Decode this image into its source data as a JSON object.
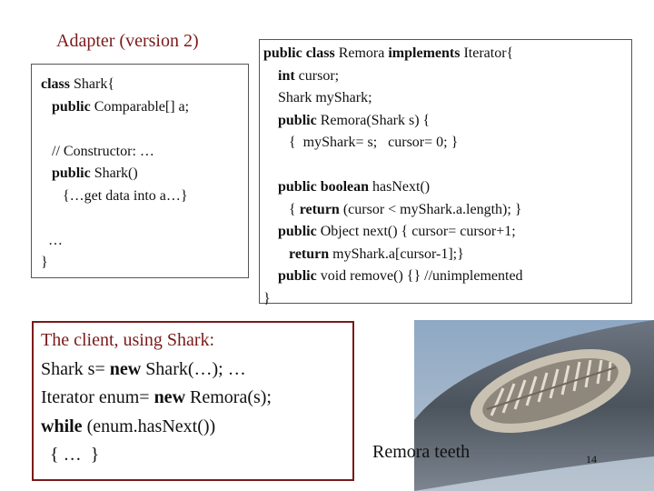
{
  "title": "Adapter (version 2)",
  "shark_class": {
    "lines": [
      {
        "kw": "class",
        "rest": " Shark{"
      },
      {
        "indent": "   ",
        "kw": "public",
        "rest": " Comparable[] a;"
      },
      {
        "indent": "",
        "kw": "",
        "rest": ""
      },
      {
        "indent": "   ",
        "kw": "",
        "rest": "// Constructor: …"
      },
      {
        "indent": "   ",
        "kw": "public",
        "rest": " Shark()"
      },
      {
        "indent": "      ",
        "kw": "",
        "rest": "{…get data into a…}"
      },
      {
        "indent": "",
        "kw": "",
        "rest": ""
      },
      {
        "indent": "  ",
        "kw": "",
        "rest": "…"
      },
      {
        "indent": "",
        "kw": "",
        "rest": "}"
      }
    ]
  },
  "remora_class": {
    "lines": [
      {
        "segments": [
          {
            "b": true,
            "t": "public class"
          },
          {
            "b": false,
            "t": " Remora "
          },
          {
            "b": true,
            "t": "implements"
          },
          {
            "b": false,
            "t": " Iterator{"
          }
        ]
      },
      {
        "segments": [
          {
            "b": false,
            "t": "    "
          },
          {
            "b": true,
            "t": "int"
          },
          {
            "b": false,
            "t": " cursor;"
          }
        ]
      },
      {
        "segments": [
          {
            "b": false,
            "t": "    Shark myShark;"
          }
        ]
      },
      {
        "segments": [
          {
            "b": false,
            "t": "    "
          },
          {
            "b": true,
            "t": "public"
          },
          {
            "b": false,
            "t": " Remora(Shark s) {"
          }
        ]
      },
      {
        "segments": [
          {
            "b": false,
            "t": "       {  myShark= s;   cursor= 0; }"
          }
        ]
      },
      {
        "segments": [
          {
            "b": false,
            "t": ""
          }
        ]
      },
      {
        "segments": [
          {
            "b": false,
            "t": "    "
          },
          {
            "b": true,
            "t": "public boolean"
          },
          {
            "b": false,
            "t": " hasNext()"
          }
        ]
      },
      {
        "segments": [
          {
            "b": false,
            "t": "       { "
          },
          {
            "b": true,
            "t": "return"
          },
          {
            "b": false,
            "t": " (cursor < myShark.a.length); }"
          }
        ]
      },
      {
        "segments": [
          {
            "b": false,
            "t": "    "
          },
          {
            "b": true,
            "t": "public"
          },
          {
            "b": false,
            "t": " Object next() { cursor= cursor+1;"
          }
        ]
      },
      {
        "segments": [
          {
            "b": false,
            "t": "       "
          },
          {
            "b": true,
            "t": "return"
          },
          {
            "b": false,
            "t": " myShark.a[cursor-1];}"
          }
        ]
      },
      {
        "segments": [
          {
            "b": false,
            "t": "    "
          },
          {
            "b": true,
            "t": "public"
          },
          {
            "b": false,
            "t": " void remove() {} //unimplemented"
          }
        ]
      },
      {
        "segments": [
          {
            "b": false,
            "t": "}"
          }
        ]
      }
    ]
  },
  "client": {
    "heading": "The client, using Shark:",
    "lines": [
      {
        "segments": [
          {
            "b": false,
            "t": "Shark s= "
          },
          {
            "b": true,
            "t": "new"
          },
          {
            "b": false,
            "t": " Shark(…); …"
          }
        ]
      },
      {
        "segments": [
          {
            "b": false,
            "t": "Iterator enum= "
          },
          {
            "b": true,
            "t": "new"
          },
          {
            "b": false,
            "t": " Remora(s);"
          }
        ]
      },
      {
        "segments": [
          {
            "b": true,
            "t": "while"
          },
          {
            "b": false,
            "t": " (enum.hasNext())"
          }
        ]
      },
      {
        "segments": [
          {
            "b": false,
            "t": "  { …  }"
          }
        ]
      }
    ]
  },
  "photo_caption": "Remora teeth",
  "slide_number": "14",
  "colors": {
    "accent": "#7a1a1a",
    "photo_bg": "#a9b9cc",
    "tooth": "#d8d3c8"
  }
}
